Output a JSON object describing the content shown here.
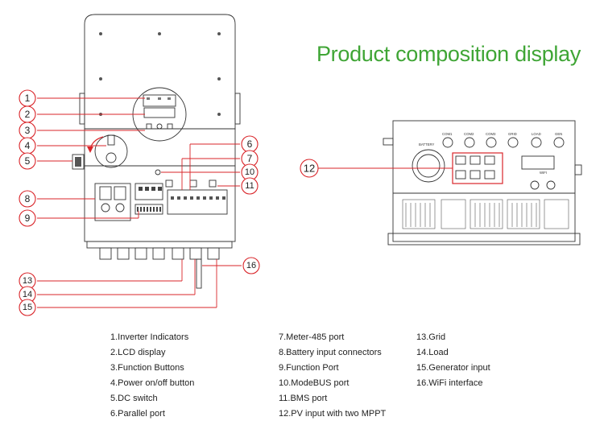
{
  "title": "Product composition display",
  "callouts": {
    "c1": "1",
    "c2": "2",
    "c3": "3",
    "c4": "4",
    "c5": "5",
    "c6": "6",
    "c7": "7",
    "c8": "8",
    "c9": "9",
    "c10": "10",
    "c11": "11",
    "c12": "12",
    "c13": "13",
    "c14": "14",
    "c15": "15",
    "c16": "16"
  },
  "port_captions": {
    "battery": "BATTERY",
    "com1": "COM1",
    "com2": "COM2",
    "com3": "COM3",
    "grid": "GRID",
    "load": "LOAD",
    "gen": "GEN",
    "wifi": "WIFI"
  },
  "legend": {
    "col1": [
      "1.Inverter Indicators",
      "2.LCD display",
      "3.Function Buttons",
      "4.Power on/off button",
      "5.DC switch",
      "6.Parallel port"
    ],
    "col2": [
      "7.Meter-485 port",
      "8.Battery input connectors",
      "9.Function Port",
      "10.ModeBUS port",
      "11.BMS port",
      "12.PV input with two MPPT"
    ],
    "col3": [
      "13.Grid",
      "14.Load",
      "15.Generator input",
      "16.WiFi interface"
    ]
  },
  "colors": {
    "title": "#3fa535",
    "callout": "#d9252a",
    "line_art": "#333333"
  }
}
